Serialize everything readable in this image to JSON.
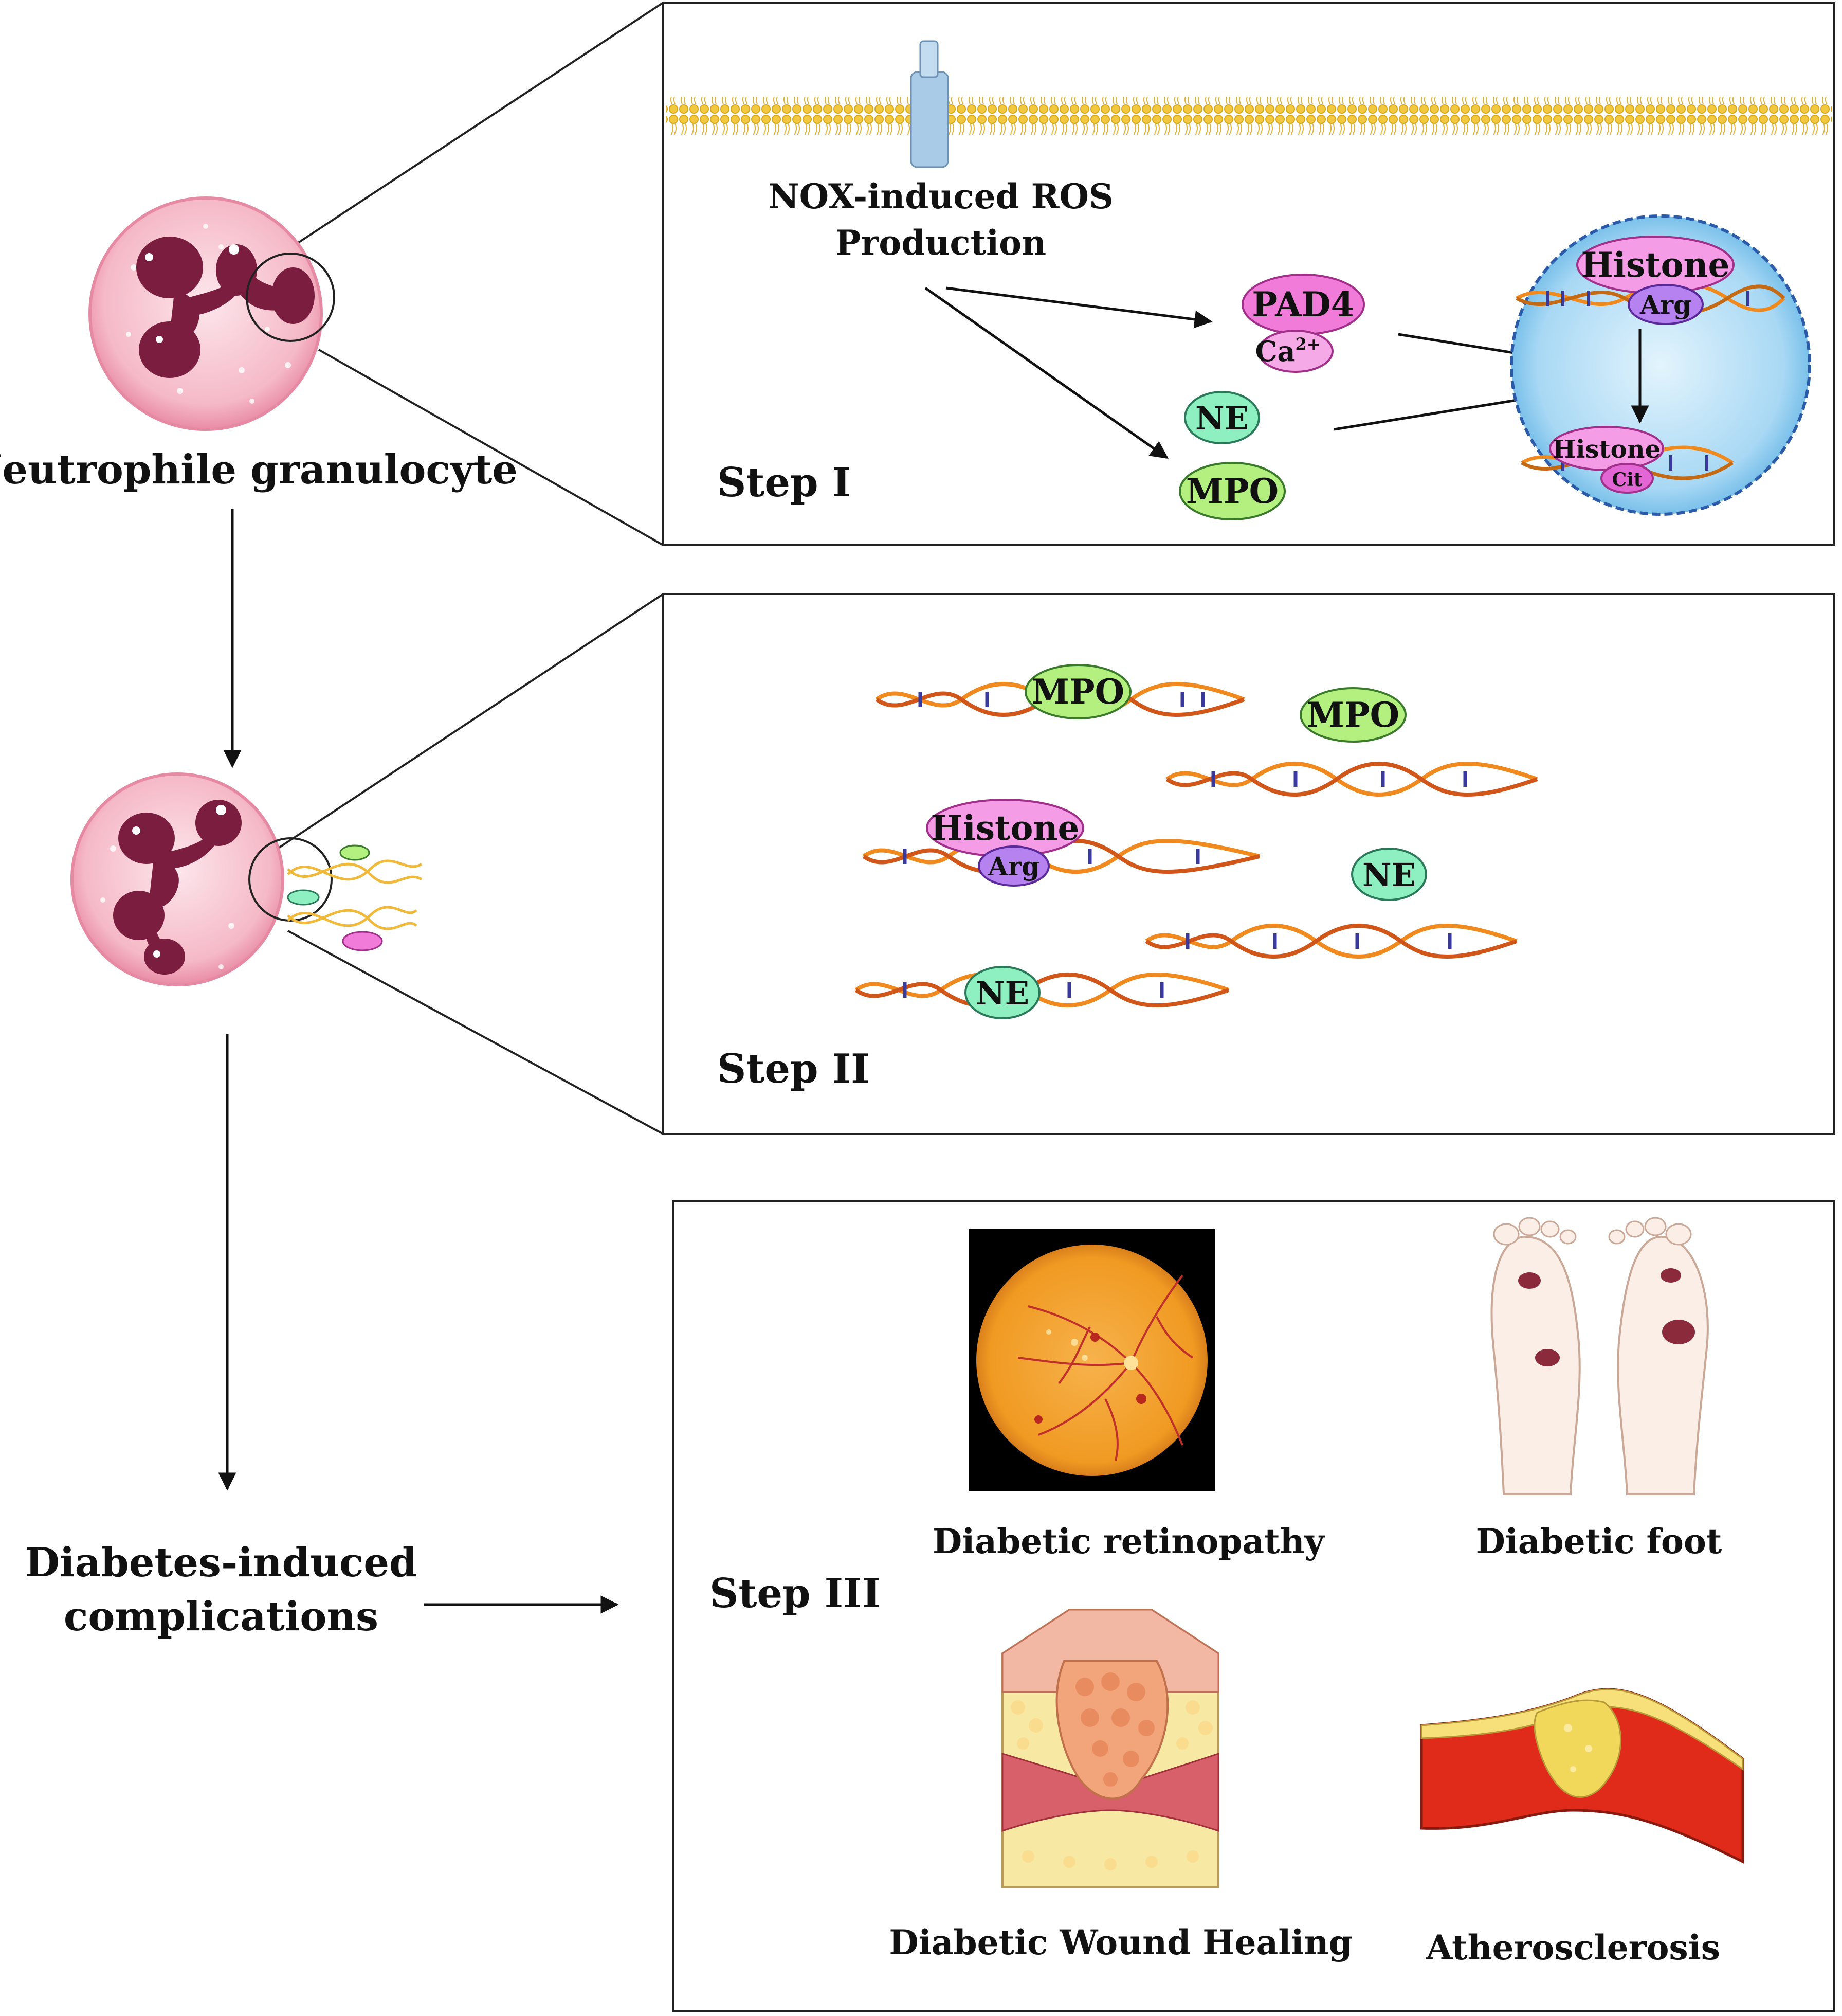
{
  "cell_label": "Neutrophile granulocyte",
  "complications_label_line1": "Diabetes-induced",
  "complications_label_line2": "complications",
  "step1": {
    "title": "Step I",
    "nox_line1": "NOX-induced ROS",
    "nox_line2": "Production",
    "pad4": "PAD4",
    "ca": "Ca",
    "ca_sup": "2+",
    "ne": "NE",
    "mpo": "MPO",
    "histone": "Histone",
    "arg": "Arg",
    "histone_cit": "Histone",
    "cit": "Cit"
  },
  "step2": {
    "title": "Step II",
    "mpo_a": "MPO",
    "mpo_b": "MPO",
    "histone": "Histone",
    "arg": "Arg",
    "ne_a": "NE",
    "ne_b": "NE"
  },
  "step3": {
    "title": "Step III",
    "retinopathy": "Diabetic retinopathy",
    "foot": "Diabetic foot",
    "wound": "Diabetic Wound Healing",
    "athero": "Atherosclerosis"
  },
  "colors": {
    "pad4": "#f07bd8",
    "ne": "#8ef0c0",
    "mpo": "#b4f080",
    "histone": "#f59ce6",
    "arg": "#b682f0",
    "nucleus": "#9dd3f2",
    "dna_orange": "#f08a1e",
    "membrane": "#f2c840",
    "cell": "#f7b8c6"
  }
}
